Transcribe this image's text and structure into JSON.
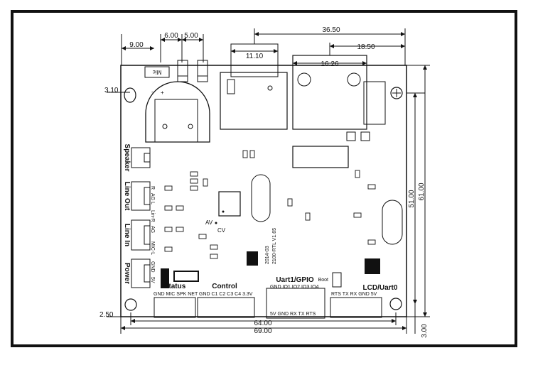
{
  "dimensions": {
    "d_9_00": "9.00",
    "d_6_00": "6.00",
    "d_5_00": "5.00",
    "d_11_10": "11.10",
    "d_36_50": "36.50",
    "d_18_50": "18.50",
    "d_16_26": "16.26",
    "d_3_10": "3.10",
    "d_51_00": "51.00",
    "d_61_00": "61.00",
    "d_2_50": "2.50",
    "d_64_00": "64.00",
    "d_69_00": "69.00",
    "d_3_00": "3.00"
  },
  "board": {
    "mic": "Mic",
    "polarity_minus": "-",
    "polarity_plus": "+",
    "speaker": "Speaker",
    "line_out": "Line Out",
    "line_in": "Line In",
    "power": "Power",
    "status": "Status",
    "control": "Control",
    "uart_gpio": "Uart1/GPIO",
    "boot": "Boot",
    "lcd_uart": "LCD/Uart0",
    "av": "AV",
    "cv": "CV",
    "date_code": "2014-03",
    "model": "2100-RTL V1.65",
    "pins_status": "GND MIC SPK NET",
    "pins_control": "GND C1 C2 C3 C4 3.3V",
    "pins_gpio": "GND IO1 IO2 IO3 IO4",
    "pins_uart1": "5V GND RX TX RTS",
    "pins_lcd": "RTS TX RX GND 5V",
    "lineout_r": "R",
    "lineout_ag": "AG",
    "lineout_l": "L",
    "linein_r": "Lin-R",
    "linein_ag": "AG",
    "linein_mic": "MIC-L",
    "power_gnd": "GND",
    "power_5v": "5V"
  }
}
